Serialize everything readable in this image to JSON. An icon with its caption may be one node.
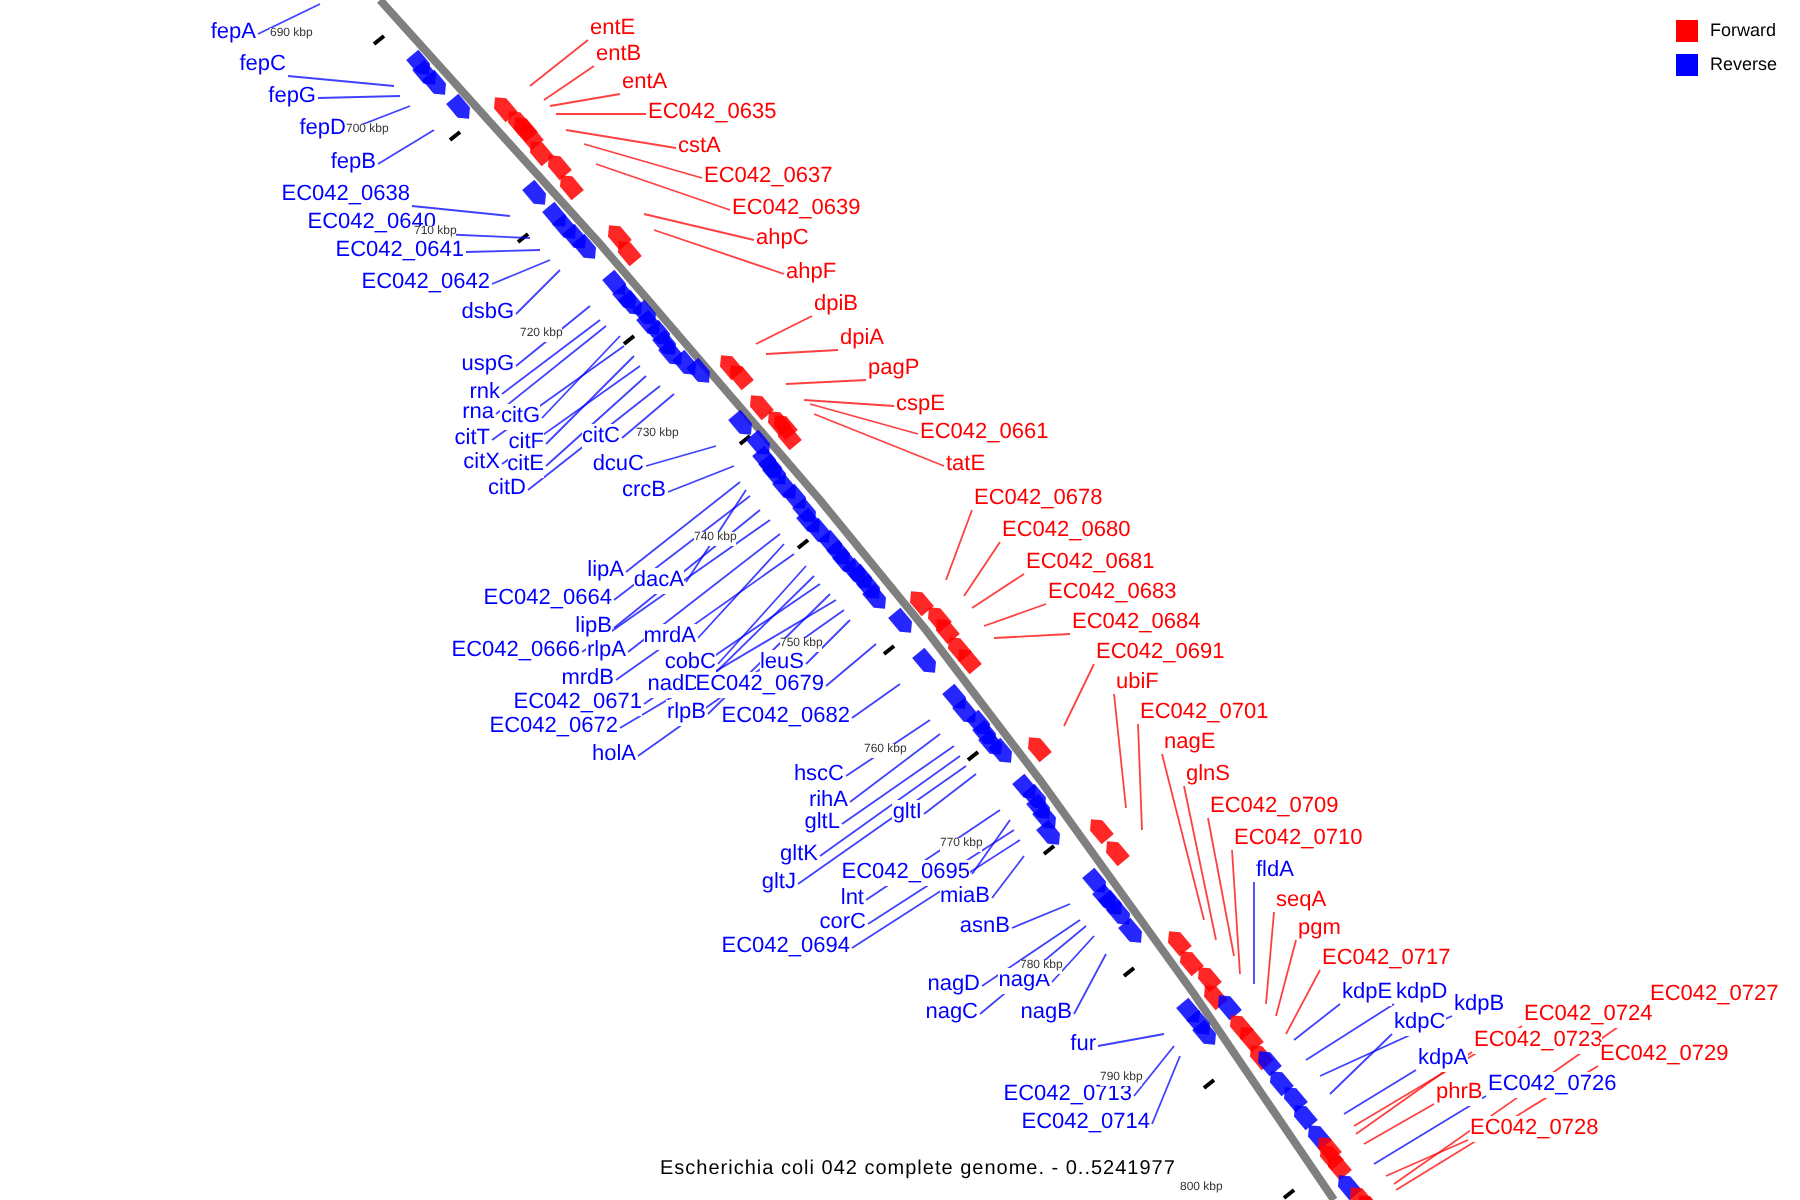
{
  "diagram": {
    "caption": "Escherichia coli 042 complete genome. - 0..5241977",
    "nodes": [
      {
        "text": [
          "fepA"
        ]
      },
      {
        "text": [
          "fepC"
        ]
      },
      {
        "text": [
          "fepG"
        ]
      },
      {
        "text": [
          "fepD"
        ]
      },
      {
        "text": [
          "fepB"
        ]
      },
      {
        "text": [
          "EC042_0638"
        ]
      },
      {
        "text": [
          "EC042_0640"
        ]
      },
      {
        "text": [
          "EC042_0641"
        ]
      },
      {
        "text": [
          "EC042_0642"
        ]
      },
      {
        "text": [
          "dsbG"
        ]
      },
      {
        "text": [
          "uspG"
        ]
      },
      {
        "text": [
          "rnk"
        ]
      },
      {
        "text": [
          "rna"
        ]
      },
      {
        "text": [
          "citG"
        ]
      },
      {
        "text": [
          "citT"
        ]
      },
      {
        "text": [
          "citF"
        ]
      },
      {
        "text": [
          "citX"
        ]
      },
      {
        "text": [
          "citE"
        ]
      },
      {
        "text": [
          "citD"
        ]
      },
      {
        "text": [
          "citC"
        ]
      },
      {
        "text": [
          "dcuC"
        ]
      },
      {
        "text": [
          "crcB"
        ]
      },
      {
        "text": [
          "lipA"
        ]
      },
      {
        "text": [
          "dacA"
        ]
      },
      {
        "text": [
          "EC042_0664"
        ]
      },
      {
        "text": [
          "lipB"
        ]
      },
      {
        "text": [
          "EC042_0666"
        ]
      },
      {
        "text": [
          "rlpA"
        ]
      },
      {
        "text": [
          "mrdA"
        ]
      },
      {
        "text": [
          "mrdB"
        ]
      },
      {
        "text": [
          "cobC"
        ]
      },
      {
        "text": [
          "nadD"
        ]
      },
      {
        "text": [
          "EC042_0671"
        ]
      },
      {
        "text": [
          "leuS"
        ]
      },
      {
        "text": [
          "EC042_0679"
        ]
      },
      {
        "text": [
          "rlpB"
        ]
      },
      {
        "text": [
          "EC042_0672"
        ]
      },
      {
        "text": [
          "EC042_0682"
        ]
      },
      {
        "text": [
          "holA"
        ]
      },
      {
        "text": [
          "hscC"
        ]
      },
      {
        "text": [
          "rihA"
        ]
      },
      {
        "text": [
          "gltL"
        ]
      },
      {
        "text": [
          "gltK"
        ]
      },
      {
        "text": [
          "gltJ"
        ]
      },
      {
        "text": [
          "gltI"
        ]
      },
      {
        "text": [
          "EC042_0695"
        ]
      },
      {
        "text": [
          "lnt"
        ]
      },
      {
        "text": [
          "corC"
        ]
      },
      {
        "text": [
          "EC042_0694"
        ]
      },
      {
        "text": [
          "miaB"
        ]
      },
      {
        "text": [
          "asnB"
        ]
      },
      {
        "text": [
          "nagD"
        ]
      },
      {
        "text": [
          "nagA"
        ]
      },
      {
        "text": [
          "nagC"
        ]
      },
      {
        "text": [
          "nagB"
        ]
      },
      {
        "text": [
          "fur"
        ]
      },
      {
        "text": [
          "EC042_0713"
        ]
      },
      {
        "text": [
          "EC042_0714"
        ]
      },
      {
        "text": [
          "entE"
        ]
      },
      {
        "text": [
          "entB"
        ]
      },
      {
        "text": [
          "entA"
        ]
      },
      {
        "text": [
          "EC042_0635"
        ]
      },
      {
        "text": [
          "cstA"
        ]
      },
      {
        "text": [
          "EC042_0637"
        ]
      },
      {
        "text": [
          "EC042_0639"
        ]
      },
      {
        "text": [
          "ahpC"
        ]
      },
      {
        "text": [
          "ahpF"
        ]
      },
      {
        "text": [
          "dpiB"
        ]
      },
      {
        "text": [
          "dpiA"
        ]
      },
      {
        "text": [
          "pagP"
        ]
      },
      {
        "text": [
          "cspE"
        ]
      },
      {
        "text": [
          "EC042_0661"
        ]
      },
      {
        "text": [
          "tatE"
        ]
      },
      {
        "text": [
          "EC042_0678"
        ]
      },
      {
        "text": [
          "EC042_0680"
        ]
      },
      {
        "text": [
          "EC042_0681"
        ]
      },
      {
        "text": [
          "EC042_0683"
        ]
      },
      {
        "text": [
          "EC042_0684"
        ]
      },
      {
        "text": [
          "EC042_0691"
        ]
      },
      {
        "text": [
          "ubiF"
        ]
      },
      {
        "text": [
          "EC042_0701"
        ]
      },
      {
        "text": [
          "nagE"
        ]
      },
      {
        "text": [
          "glnS"
        ]
      },
      {
        "text": [
          "EC042_0709"
        ]
      },
      {
        "text": [
          "EC042_0710"
        ]
      },
      {
        "text": [
          "fldA"
        ]
      },
      {
        "text": [
          "seqA"
        ]
      },
      {
        "text": [
          "pgm"
        ]
      },
      {
        "text": [
          "EC042_0717"
        ]
      },
      {
        "text": [
          "kdpE"
        ]
      },
      {
        "text": [
          "kdpD"
        ]
      },
      {
        "text": [
          "kdpB"
        ]
      },
      {
        "text": [
          "kdpC"
        ]
      },
      {
        "text": [
          "kdpA"
        ]
      },
      {
        "text": [
          "EC042_0724"
        ]
      },
      {
        "text": [
          "EC042_0727"
        ]
      },
      {
        "text": [
          "EC042_0723"
        ]
      },
      {
        "text": [
          "EC042_0729"
        ]
      },
      {
        "text": [
          "phrB"
        ]
      },
      {
        "text": [
          "EC042_0726"
        ]
      },
      {
        "text": [
          "EC042_0728"
        ]
      }
    ],
    "edges": [
      {
        "from": 0,
        "to": null,
        "arrow": "none"
      },
      {
        "from": 1,
        "to": null,
        "arrow": "none"
      },
      {
        "from": 2,
        "to": null,
        "arrow": "none"
      },
      {
        "from": 3,
        "to": null,
        "arrow": "none"
      },
      {
        "from": 4,
        "to": null,
        "arrow": "none"
      },
      {
        "from": 5,
        "to": null,
        "arrow": "none"
      },
      {
        "from": 6,
        "to": null,
        "arrow": "none"
      },
      {
        "from": 7,
        "to": null,
        "arrow": "none"
      },
      {
        "from": 8,
        "to": null,
        "arrow": "none"
      },
      {
        "from": 9,
        "to": null,
        "arrow": "none"
      },
      {
        "from": 10,
        "to": null,
        "arrow": "none"
      },
      {
        "from": 11,
        "to": null,
        "arrow": "none"
      },
      {
        "from": 12,
        "to": null,
        "arrow": "none"
      },
      {
        "from": 13,
        "to": null,
        "arrow": "none"
      },
      {
        "from": 14,
        "to": null,
        "arrow": "none"
      },
      {
        "from": 15,
        "to": null,
        "arrow": "none"
      },
      {
        "from": 16,
        "to": null,
        "arrow": "none"
      },
      {
        "from": 17,
        "to": null,
        "arrow": "none"
      },
      {
        "from": 18,
        "to": null,
        "arrow": "none"
      },
      {
        "from": 19,
        "to": null,
        "arrow": "none"
      },
      {
        "from": 20,
        "to": null,
        "arrow": "none"
      },
      {
        "from": 21,
        "to": null,
        "arrow": "none"
      },
      {
        "from": 22,
        "to": null,
        "arrow": "none"
      },
      {
        "from": 23,
        "to": null,
        "arrow": "none"
      },
      {
        "from": 24,
        "to": null,
        "arrow": "none"
      },
      {
        "from": 25,
        "to": null,
        "arrow": "none"
      },
      {
        "from": 26,
        "to": null,
        "arrow": "none"
      },
      {
        "from": 27,
        "to": null,
        "arrow": "none"
      },
      {
        "from": 28,
        "to": null,
        "arrow": "none"
      },
      {
        "from": 29,
        "to": null,
        "arrow": "none"
      },
      {
        "from": 30,
        "to": null,
        "arrow": "none"
      },
      {
        "from": 31,
        "to": null,
        "arrow": "none"
      },
      {
        "from": 32,
        "to": null,
        "arrow": "none"
      },
      {
        "from": 33,
        "to": null,
        "arrow": "none"
      },
      {
        "from": 34,
        "to": null,
        "arrow": "none"
      },
      {
        "from": 35,
        "to": null,
        "arrow": "none"
      },
      {
        "from": 36,
        "to": null,
        "arrow": "none"
      },
      {
        "from": 37,
        "to": null,
        "arrow": "none"
      },
      {
        "from": 38,
        "to": null,
        "arrow": "none"
      },
      {
        "from": 39,
        "to": null,
        "arrow": "none"
      },
      {
        "from": 40,
        "to": null,
        "arrow": "none"
      },
      {
        "from": 41,
        "to": null,
        "arrow": "none"
      },
      {
        "from": 42,
        "to": null,
        "arrow": "none"
      },
      {
        "from": 43,
        "to": null,
        "arrow": "none"
      },
      {
        "from": 44,
        "to": null,
        "arrow": "none"
      },
      {
        "from": 45,
        "to": null,
        "arrow": "none"
      },
      {
        "from": 46,
        "to": null,
        "arrow": "none"
      },
      {
        "from": 47,
        "to": null,
        "arrow": "none"
      },
      {
        "from": 48,
        "to": null,
        "arrow": "none"
      },
      {
        "from": 49,
        "to": null,
        "arrow": "none"
      },
      {
        "from": 50,
        "to": null,
        "arrow": "none"
      },
      {
        "from": 51,
        "to": null,
        "arrow": "none"
      },
      {
        "from": 52,
        "to": null,
        "arrow": "none"
      },
      {
        "from": 53,
        "to": null,
        "arrow": "none"
      },
      {
        "from": 54,
        "to": null,
        "arrow": "none"
      },
      {
        "from": 55,
        "to": null,
        "arrow": "none"
      },
      {
        "from": 56,
        "to": null,
        "arrow": "none"
      },
      {
        "from": 57,
        "to": null,
        "arrow": "none"
      },
      {
        "from": 58,
        "to": null,
        "arrow": "none",
        "color": "#ff0000"
      },
      {
        "from": 59,
        "to": null,
        "arrow": "none",
        "color": "#ff0000"
      },
      {
        "from": 60,
        "to": null,
        "arrow": "none",
        "color": "#ff0000"
      },
      {
        "from": 61,
        "to": null,
        "arrow": "none",
        "color": "#ff0000"
      },
      {
        "from": 62,
        "to": null,
        "arrow": "none",
        "color": "#ff0000"
      },
      {
        "from": 63,
        "to": null,
        "arrow": "none",
        "color": "#ff0000"
      },
      {
        "from": 64,
        "to": null,
        "arrow": "none",
        "color": "#ff0000"
      },
      {
        "from": 65,
        "to": null,
        "arrow": "none",
        "color": "#ff0000"
      },
      {
        "from": 66,
        "to": null,
        "arrow": "none",
        "color": "#ff0000"
      },
      {
        "from": 67,
        "to": null,
        "arrow": "none",
        "color": "#ff0000"
      },
      {
        "from": 68,
        "to": null,
        "arrow": "none",
        "color": "#ff0000"
      },
      {
        "from": 69,
        "to": null,
        "arrow": "none",
        "color": "#ff0000"
      },
      {
        "from": 70,
        "to": null,
        "arrow": "none",
        "color": "#ff0000"
      },
      {
        "from": 71,
        "to": null,
        "arrow": "none",
        "color": "#ff0000"
      },
      {
        "from": 72,
        "to": null,
        "arrow": "none",
        "color": "#ff0000"
      },
      {
        "from": 73,
        "to": null,
        "arrow": "none",
        "color": "#ff0000"
      },
      {
        "from": 74,
        "to": null,
        "arrow": "none",
        "color": "#ff0000"
      },
      {
        "from": 75,
        "to": null,
        "arrow": "none",
        "color": "#ff0000"
      },
      {
        "from": 76,
        "to": null,
        "arrow": "none",
        "color": "#ff0000"
      },
      {
        "from": 77,
        "to": null,
        "arrow": "none",
        "color": "#ff0000"
      },
      {
        "from": 78,
        "to": null,
        "arrow": "none",
        "color": "#ff0000"
      },
      {
        "from": 79,
        "to": null,
        "arrow": "none",
        "color": "#ff0000"
      },
      {
        "from": 80,
        "to": null,
        "arrow": "none",
        "color": "#ff0000"
      },
      {
        "from": 81,
        "to": null,
        "arrow": "none",
        "color": "#ff0000"
      },
      {
        "from": 82,
        "to": null,
        "arrow": "none",
        "color": "#ff0000"
      },
      {
        "from": 83,
        "to": null,
        "arrow": "none",
        "color": "#ff0000"
      },
      {
        "from": 84,
        "to": null,
        "arrow": "none",
        "color": "#ff0000"
      },
      {
        "from": 85,
        "to": null,
        "arrow": "none"
      },
      {
        "from": 86,
        "to": null,
        "arrow": "none",
        "color": "#ff0000"
      },
      {
        "from": 87,
        "to": null,
        "arrow": "none",
        "color": "#ff0000"
      },
      {
        "from": 88,
        "to": null,
        "arrow": "none",
        "color": "#ff0000"
      },
      {
        "from": 89,
        "to": null,
        "arrow": "none"
      },
      {
        "from": 90,
        "to": null,
        "arrow": "none"
      },
      {
        "from": 91,
        "to": null,
        "arrow": "none"
      },
      {
        "from": 92,
        "to": null,
        "arrow": "none"
      },
      {
        "from": 93,
        "to": null,
        "arrow": "none"
      },
      {
        "from": 94,
        "to": null,
        "arrow": "none",
        "color": "#ff0000"
      },
      {
        "from": 95,
        "to": null,
        "arrow": "none",
        "color": "#ff0000"
      },
      {
        "from": 96,
        "to": null,
        "arrow": "none",
        "color": "#ff0000"
      },
      {
        "from": 97,
        "to": null,
        "arrow": "none",
        "color": "#ff0000"
      },
      {
        "from": 98,
        "to": null,
        "arrow": "none",
        "color": "#ff0000"
      },
      {
        "from": 99,
        "to": null,
        "arrow": "none"
      },
      {
        "from": 100,
        "to": null,
        "arrow": "none",
        "color": "#ff0000"
      }
    ],
    "labels": [
      "690 kbp",
      "700 kbp",
      "710 kbp",
      "720 kbp",
      "730 kbp",
      "740 kbp",
      "750 kbp",
      "760 kbp",
      "770 kbp",
      "780 kbp",
      "790 kbp",
      "800 kbp"
    ],
    "legend": [
      {
        "text": "Forward",
        "color": "#ff0000"
      },
      {
        "text": "Reverse",
        "color": "#0000ff"
      }
    ]
  }
}
